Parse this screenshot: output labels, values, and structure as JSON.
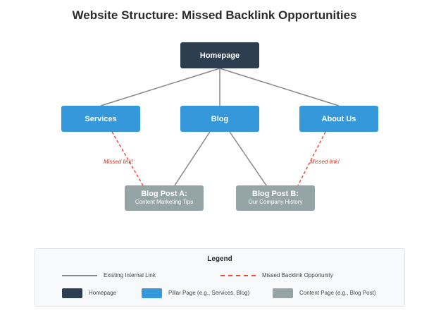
{
  "title": "Website Structure: Missed Backlink Opportunities",
  "nodes": {
    "homepage": "Homepage",
    "services": "Services",
    "blog": "Blog",
    "about": "About Us",
    "post_a_title": "Blog Post A:",
    "post_a_subtitle": "Content Marketing Tips",
    "post_b_title": "Blog Post B:",
    "post_b_subtitle": "Our Company History"
  },
  "missed_labels": {
    "left": "Missed link!",
    "right": "Missed link!"
  },
  "legend": {
    "title": "Legend",
    "existing_link": "Existing Internal Link",
    "missed_link": "Missed Backlink Opportunity",
    "homepage": "Homepage",
    "pillar": "Pillar Page (e.g., Services, Blog)",
    "content": "Content Page (e.g., Blog Post)"
  },
  "colors": {
    "homepage": "#2c3e50",
    "pillar": "#3498db",
    "content": "#95a5a6",
    "existing_link": "#888888",
    "missed_link": "#e74c3c"
  }
}
